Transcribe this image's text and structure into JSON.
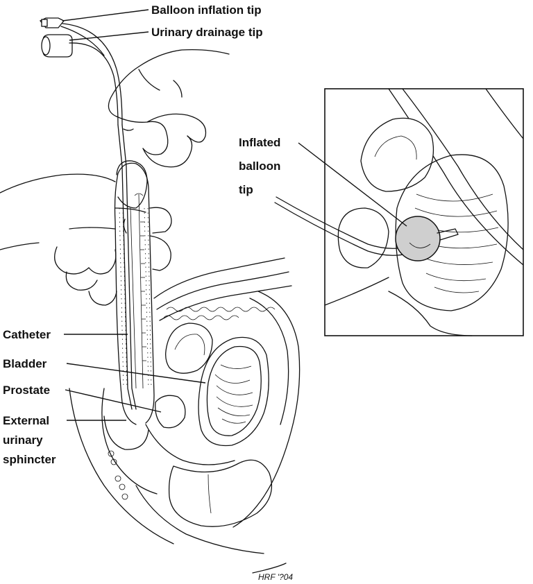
{
  "labels": {
    "balloon_inflation_tip": "Balloon inflation tip",
    "urinary_drainage_tip": "Urinary drainage tip",
    "inflated_balloon_tip": [
      "Inflated",
      "balloon",
      "tip"
    ],
    "catheter": "Catheter",
    "bladder": "Bladder",
    "prostate": "Prostate",
    "external_urinary_sphincter": [
      "External",
      "urinary",
      "sphincter"
    ]
  },
  "signature": "HRF '?04",
  "colors": {
    "ink": "#111111",
    "balloon_fill": "#cfcfcf",
    "background": "#ffffff"
  }
}
